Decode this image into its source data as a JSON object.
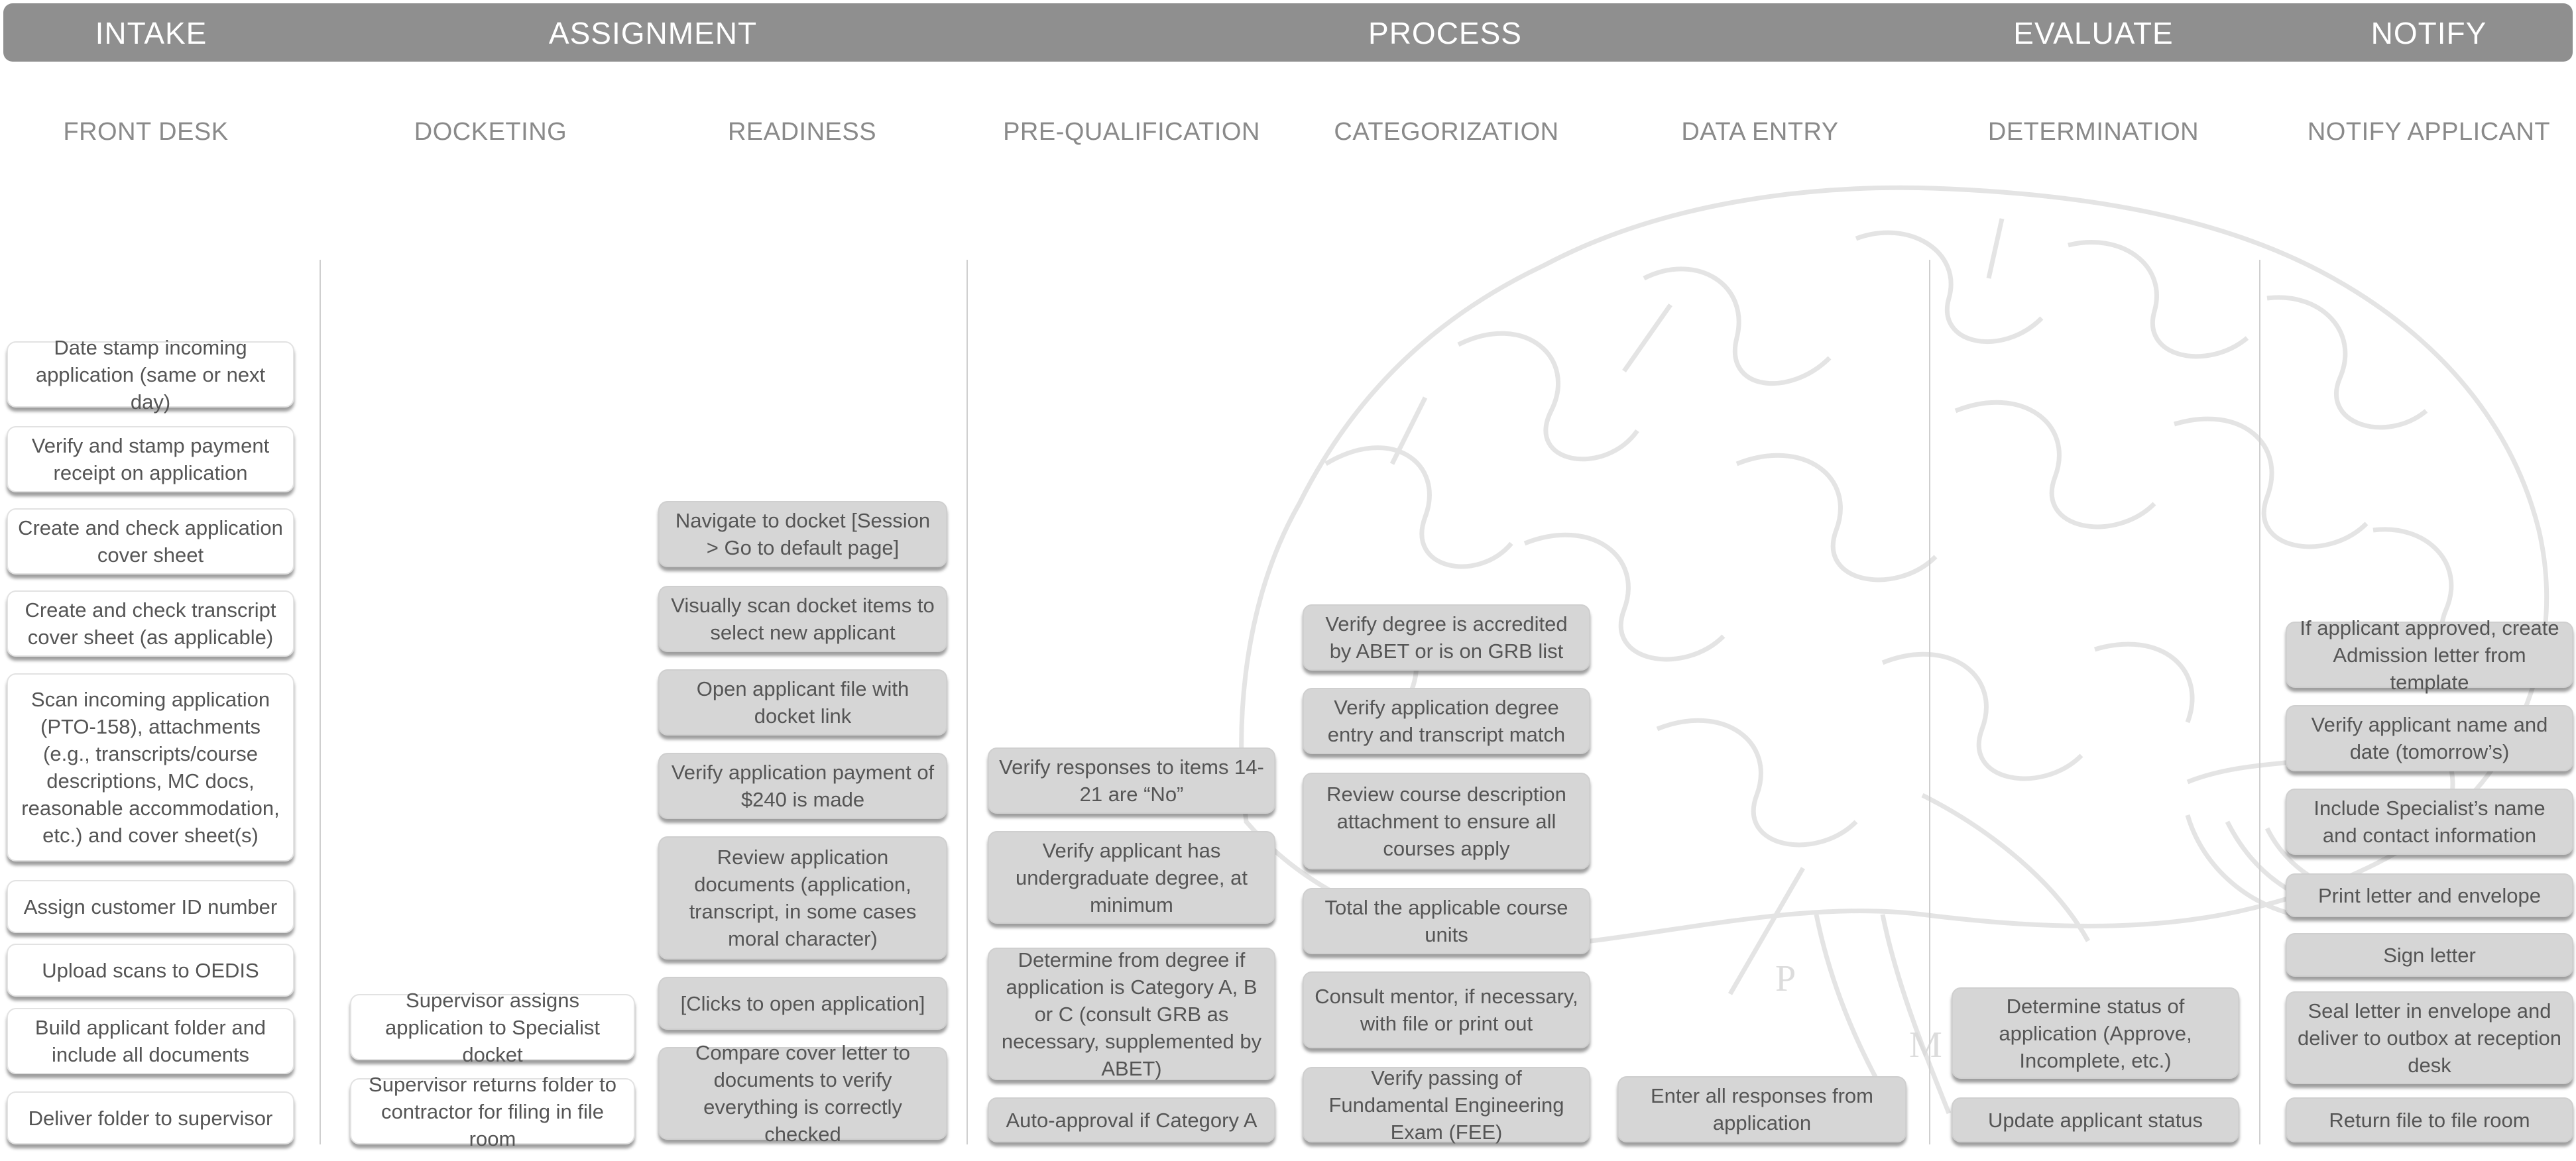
{
  "phases": {
    "intake": "INTAKE",
    "assignment": "ASSIGNMENT",
    "process": "PROCESS",
    "evaluate": "EVALUATE",
    "notify": "NOTIFY"
  },
  "columns": {
    "front_desk": {
      "title": "FRONT DESK",
      "cards": [
        "Date stamp incoming application (same or next day)",
        "Verify and stamp payment receipt on application",
        "Create and check application cover sheet",
        "Create and check transcript cover sheet (as applicable)",
        "Scan incoming application (PTO-158), attachments (e.g., transcripts/course descriptions, MC docs, reasonable accommodation, etc.) and cover sheet(s)",
        "Assign customer ID number",
        "Upload scans to OEDIS",
        "Build applicant folder and include all documents",
        "Deliver folder to supervisor"
      ]
    },
    "docketing": {
      "title": "DOCKETING",
      "cards": [
        "Supervisor assigns application to Specialist docket",
        "Supervisor returns folder to contractor for filing in file room"
      ]
    },
    "readiness": {
      "title": "READINESS",
      "cards": [
        "Navigate to docket [Session > Go to default page]",
        "Visually scan docket items to select new applicant",
        "Open applicant file with docket link",
        "Verify application payment of $240 is made",
        "Review application documents (application, transcript, in some cases moral character)",
        "[Clicks to open application]",
        "Compare cover letter to documents to verify everything is correctly checked"
      ]
    },
    "pre_qualification": {
      "title": "PRE-QUALIFICATION",
      "cards": [
        "Verify responses to items 14-21 are “No”",
        "Verify applicant has undergraduate degree, at minimum",
        "Determine from degree if application is Category A, B or C (consult GRB as necessary, supplemented by ABET)",
        "Auto-approval if Category A"
      ]
    },
    "categorization": {
      "title": "CATEGORIZATION",
      "cards": [
        "Verify degree is accredited by ABET or is on GRB list",
        "Verify application degree entry and transcript match",
        "Review course description attachment to ensure all courses apply",
        "Total the applicable course units",
        "Consult mentor, if necessary, with file or print out",
        "Verify passing of Fundamental Engineering Exam (FEE)"
      ]
    },
    "data_entry": {
      "title": "DATA ENTRY",
      "cards": [
        "Enter all responses from application"
      ]
    },
    "determination": {
      "title": "DETERMINATION",
      "cards": [
        "Determine status of application (Approve, Incomplete, etc.)",
        "Update applicant status"
      ]
    },
    "notify_applicant": {
      "title": "NOTIFY APPLICANT",
      "cards": [
        "If applicant approved, create Admission letter from template",
        "Verify applicant name and date (tomorrow’s)",
        "Include Specialist’s name and contact information",
        "Print letter and envelope",
        "Sign letter",
        "Seal letter in envelope and deliver to outbox at reception desk",
        "Return file to file room"
      ]
    }
  },
  "background": {
    "label_p": "P",
    "label_m": "M"
  },
  "colors": {
    "phase_bar": "#8f8f8f",
    "card_white": "#ffffff",
    "card_gray": "#d6d6d6",
    "brain_line": "#e6e6e6"
  }
}
